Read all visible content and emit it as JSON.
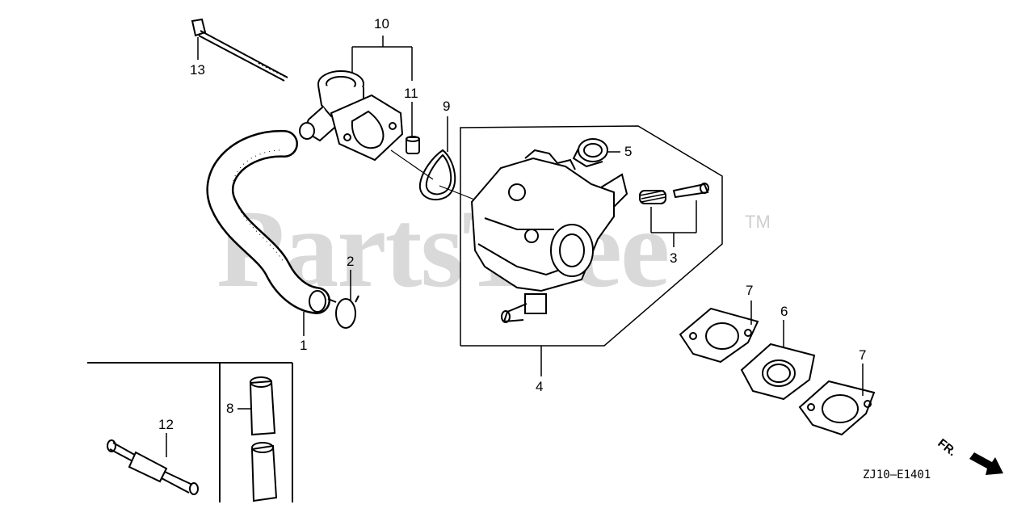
{
  "watermark": {
    "text": "PartsTree",
    "trademark": "TM"
  },
  "diagram_code": "ZJ10—E1401",
  "direction_label": "FR.",
  "callouts": {
    "c1": "1",
    "c2": "2",
    "c3": "3",
    "c4": "4",
    "c5": "5",
    "c6": "6",
    "c7a": "7",
    "c7b": "7",
    "c8": "8",
    "c9": "9",
    "c10": "10",
    "c11": "11",
    "c12": "12",
    "c13": "13"
  }
}
